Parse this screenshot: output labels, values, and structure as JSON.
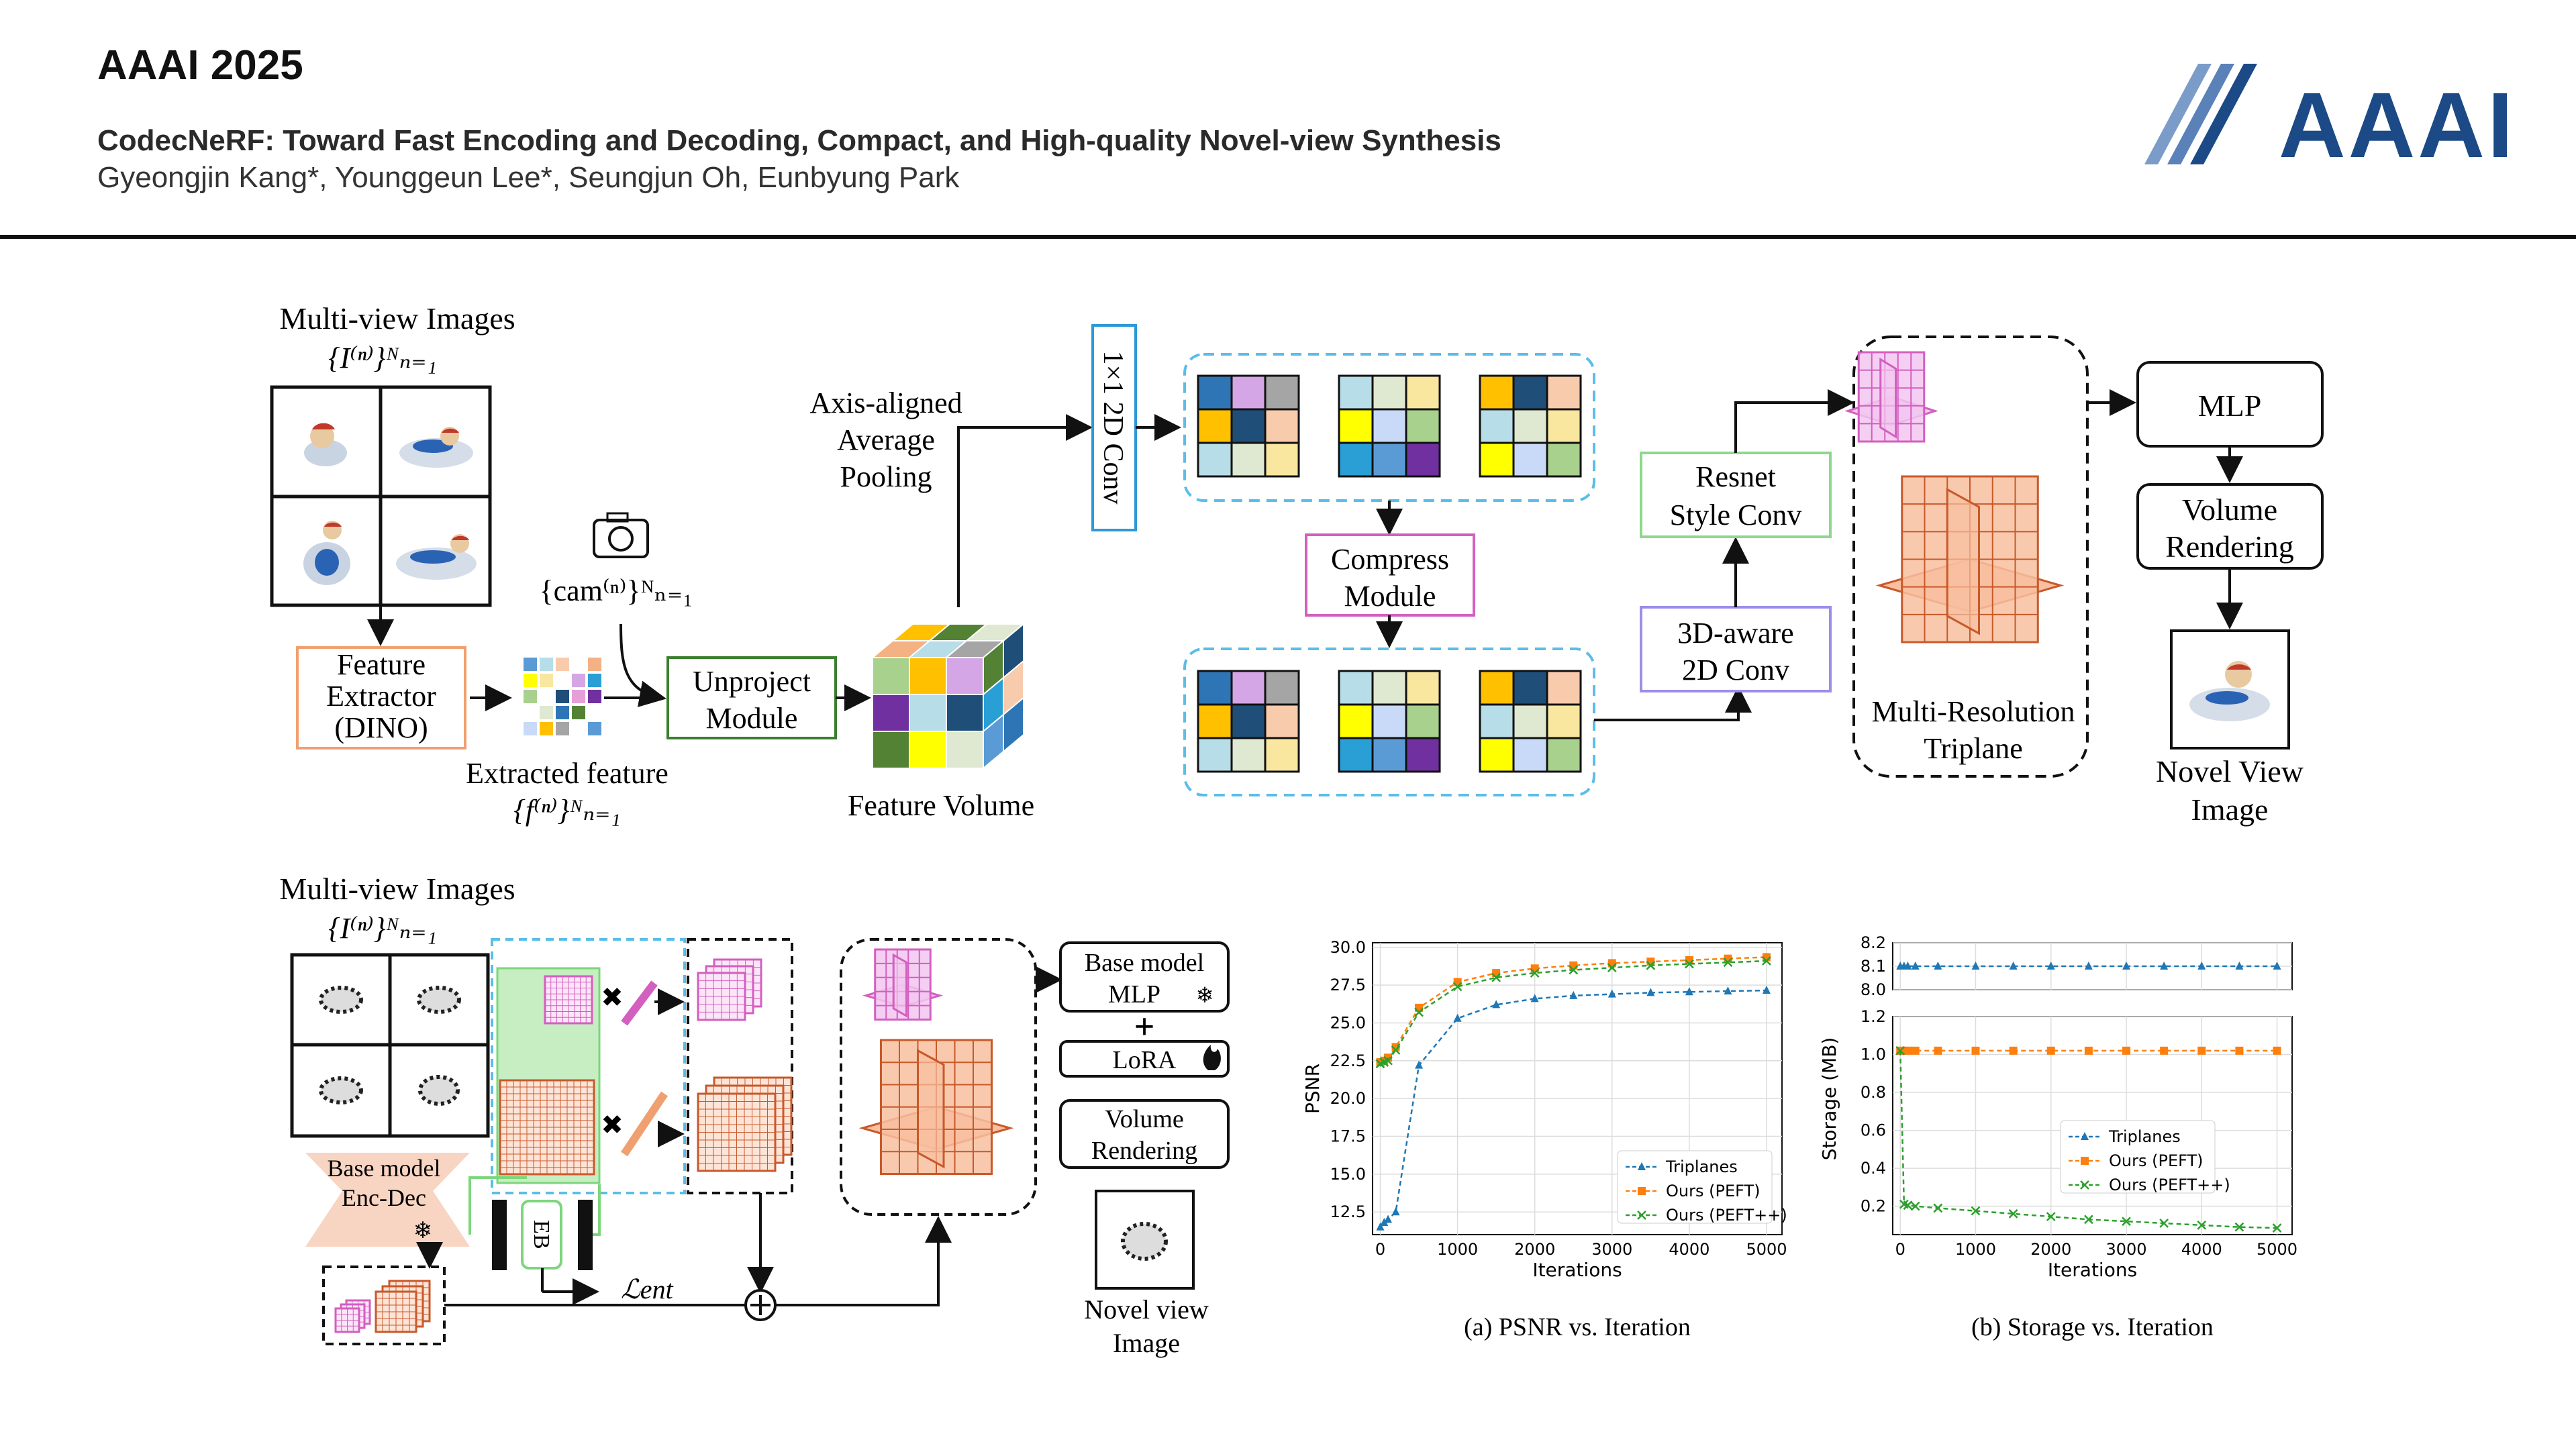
{
  "header": {
    "conference": "AAAI 2025",
    "paper_title": "CodecNeRF: Toward Fast Encoding and Decoding, Compact, and High-quality Novel-view Synthesis",
    "authors": "Gyeongjin Kang*, Younggeun Lee*, Seungjun Oh, Eunbyung Park",
    "logo_text": "AAAI",
    "rule_color": "#111111",
    "logo_color": "#1c4a86"
  },
  "diagram_top": {
    "multiview_title": "Multi-view Images",
    "multiview_math": "{I⁽ⁿ⁾}ᴺₙ₌₁",
    "feature_extractor": [
      "Feature",
      "Extractor",
      "(DINO)"
    ],
    "extracted_feature": "Extracted feature",
    "extracted_math": "{f⁽ⁿ⁾}ᴺₙ₌₁",
    "cam_math": "{cam⁽ⁿ⁾}ᴺₙ₌₁",
    "unproject": [
      "Unproject",
      "Module"
    ],
    "feature_volume": "Feature Volume",
    "pooling": [
      "Axis-aligned",
      "Average",
      "Pooling"
    ],
    "conv1x1": "1×1 2D Conv",
    "compress": [
      "Compress",
      "Module"
    ],
    "aware_conv": [
      "3D-aware",
      "2D Conv"
    ],
    "resnet": [
      "Resnet",
      "Style Conv"
    ],
    "triplane": [
      "Multi-Resolution",
      "Triplane"
    ],
    "mlp": "MLP",
    "volume_rendering": [
      "Volume",
      "Rendering"
    ],
    "novel_view": [
      "Novel View",
      "Image"
    ],
    "colors": {
      "extractor_border": "#f0a070",
      "unproject_border": "#3b7f2f",
      "conv_border": "#2b9ad6",
      "compress_border": "#d35fbf",
      "aware_border": "#9b8ee8",
      "resnet_border": "#8ed88e",
      "dashed_blue": "#5bbde8",
      "grid_palette": [
        "#5b9bd5",
        "#2e75b6",
        "#a9d18e",
        "#f4b183",
        "#ffc000",
        "#7030a0",
        "#d5a6e6",
        "#b7dee8",
        "#548235",
        "#1f4e79",
        "#ffff00",
        "#a5a5a5",
        "#dfe8d0",
        "#2a9fd6",
        "#f8cbad",
        "#c9daf8",
        "#e6a0d8",
        "#f9e79f"
      ]
    }
  },
  "diagram_bottom": {
    "multiview_title": "Multi-view Images",
    "multiview_math": "{I⁽ⁿ⁾}ᴺₙ₌₁",
    "base_encdec": [
      "Base model",
      "Enc-Dec"
    ],
    "eb": "EB",
    "loss": "ℒent",
    "base_mlp": [
      "Base model",
      "MLP"
    ],
    "plus": "+",
    "lora": "LoRA",
    "volume_rendering": [
      "Volume",
      "Rendering"
    ],
    "novel_view": [
      "Novel view",
      "Image"
    ]
  },
  "chart_data": [
    {
      "type": "line",
      "title": "",
      "caption": "(a) PSNR vs. Iteration",
      "xlabel": "Iterations",
      "ylabel": "PSNR",
      "xlim": [
        -100,
        5200
      ],
      "ylim": [
        11,
        30.3
      ],
      "xticks": [
        0,
        1000,
        2000,
        3000,
        4000,
        5000
      ],
      "yticks": [
        12.5,
        15.0,
        17.5,
        20.0,
        22.5,
        25.0,
        27.5,
        30.0
      ],
      "grid": true,
      "legend": "lower-right",
      "series": [
        {
          "name": "Triplanes",
          "color": "#1f77b4",
          "marker": "triangle",
          "x": [
            0,
            50,
            100,
            200,
            500,
            1000,
            1500,
            2000,
            2500,
            3000,
            3500,
            4000,
            4500,
            5000
          ],
          "y": [
            11.5,
            11.8,
            12.0,
            12.5,
            22.2,
            25.3,
            26.2,
            26.6,
            26.8,
            26.9,
            27.0,
            27.05,
            27.1,
            27.15
          ]
        },
        {
          "name": "Ours (PEFT)",
          "color": "#ff7f0e",
          "marker": "square",
          "x": [
            0,
            50,
            100,
            200,
            500,
            1000,
            1500,
            2000,
            2500,
            3000,
            3500,
            4000,
            4500,
            5000
          ],
          "y": [
            22.4,
            22.5,
            22.7,
            23.4,
            26.0,
            27.7,
            28.3,
            28.6,
            28.8,
            28.95,
            29.05,
            29.15,
            29.25,
            29.35
          ]
        },
        {
          "name": "Ours (PEFT++)",
          "color": "#2ca02c",
          "marker": "x",
          "x": [
            0,
            50,
            100,
            200,
            500,
            1000,
            1500,
            2000,
            2500,
            3000,
            3500,
            4000,
            4500,
            5000
          ],
          "y": [
            22.3,
            22.4,
            22.5,
            23.2,
            25.7,
            27.4,
            28.0,
            28.3,
            28.5,
            28.65,
            28.8,
            28.9,
            29.0,
            29.1
          ]
        }
      ]
    },
    {
      "type": "line",
      "title": "",
      "caption": "(b) Storage vs. Iteration",
      "xlabel": "Iterations",
      "ylabel": "Storage (MB)",
      "xlim": [
        -100,
        5200
      ],
      "ylim_upper": [
        8.0,
        8.2
      ],
      "ylim_lower": [
        0.05,
        1.2
      ],
      "yticks_upper": [
        8.0,
        8.1,
        8.2
      ],
      "yticks_lower": [
        0.2,
        0.4,
        0.6,
        0.8,
        1.0,
        1.2
      ],
      "xticks": [
        0,
        1000,
        2000,
        3000,
        4000,
        5000
      ],
      "grid": true,
      "legend": "center-right",
      "series": [
        {
          "name": "Triplanes",
          "color": "#1f77b4",
          "marker": "triangle",
          "x": [
            0,
            50,
            100,
            200,
            500,
            1000,
            1500,
            2000,
            2500,
            3000,
            3500,
            4000,
            4500,
            5000
          ],
          "y": [
            8.1,
            8.1,
            8.1,
            8.1,
            8.1,
            8.1,
            8.1,
            8.1,
            8.1,
            8.1,
            8.1,
            8.1,
            8.1,
            8.1
          ]
        },
        {
          "name": "Ours (PEFT)",
          "color": "#ff7f0e",
          "marker": "square",
          "x": [
            0,
            50,
            100,
            200,
            500,
            1000,
            1500,
            2000,
            2500,
            3000,
            3500,
            4000,
            4500,
            5000
          ],
          "y": [
            1.02,
            1.02,
            1.02,
            1.02,
            1.02,
            1.02,
            1.02,
            1.02,
            1.02,
            1.02,
            1.02,
            1.02,
            1.02,
            1.02
          ]
        },
        {
          "name": "Ours (PEFT++)",
          "color": "#2ca02c",
          "marker": "x",
          "x": [
            0,
            50,
            100,
            200,
            500,
            1000,
            1500,
            2000,
            2500,
            3000,
            3500,
            4000,
            4500,
            5000
          ],
          "y": [
            1.02,
            0.21,
            0.205,
            0.2,
            0.19,
            0.175,
            0.16,
            0.145,
            0.13,
            0.12,
            0.11,
            0.1,
            0.09,
            0.085
          ]
        }
      ]
    }
  ]
}
